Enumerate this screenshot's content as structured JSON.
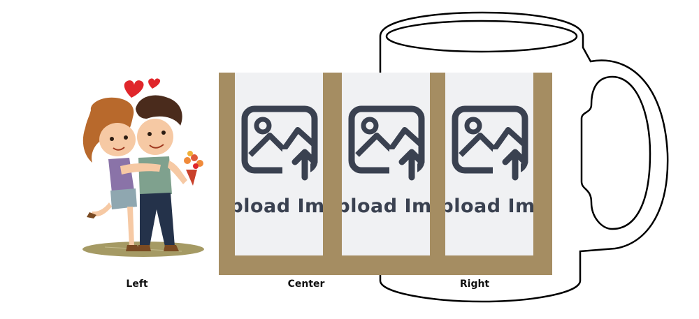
{
  "positions": {
    "left_label": "Left",
    "center_label": "Center",
    "right_label": "Right"
  },
  "upload_slots": [
    {
      "id": "left",
      "text": "Upload Image"
    },
    {
      "id": "center",
      "text": "Upload Image"
    },
    {
      "id": "right",
      "text": "Upload Image"
    }
  ],
  "icons": {
    "slot_icon": "image-upload-icon",
    "hero_image": "couple-illustration"
  },
  "colors": {
    "frame": "#a58d62",
    "slot_bg": "#f0f1f3",
    "icon": "#3a4150",
    "mug_outline": "#000000",
    "heart": "#e0262b"
  }
}
